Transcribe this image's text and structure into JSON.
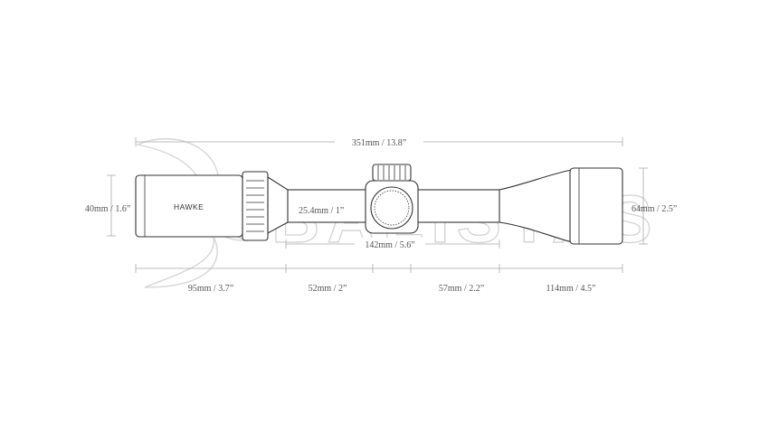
{
  "watermark": {
    "text": "BALISTAS",
    "color": "#d6d6d6"
  },
  "scope": {
    "brand": "HAWKE",
    "line_color": "#333333"
  },
  "dimensions": {
    "total_length": "351mm / 13.8”",
    "objective_diameter": "40mm / 1.6”",
    "eyepiece_diameter": "64mm / 2.5”",
    "tube_diameter": "25.4mm / 1”",
    "mounting_length": "142mm / 5.6”",
    "segment_1": "95mm / 3.7”",
    "segment_2": "52mm / 2”",
    "segment_3": "57mm / 2.2”",
    "segment_4": "114mm / 4.5”",
    "line_color": "#aaaaaa"
  }
}
